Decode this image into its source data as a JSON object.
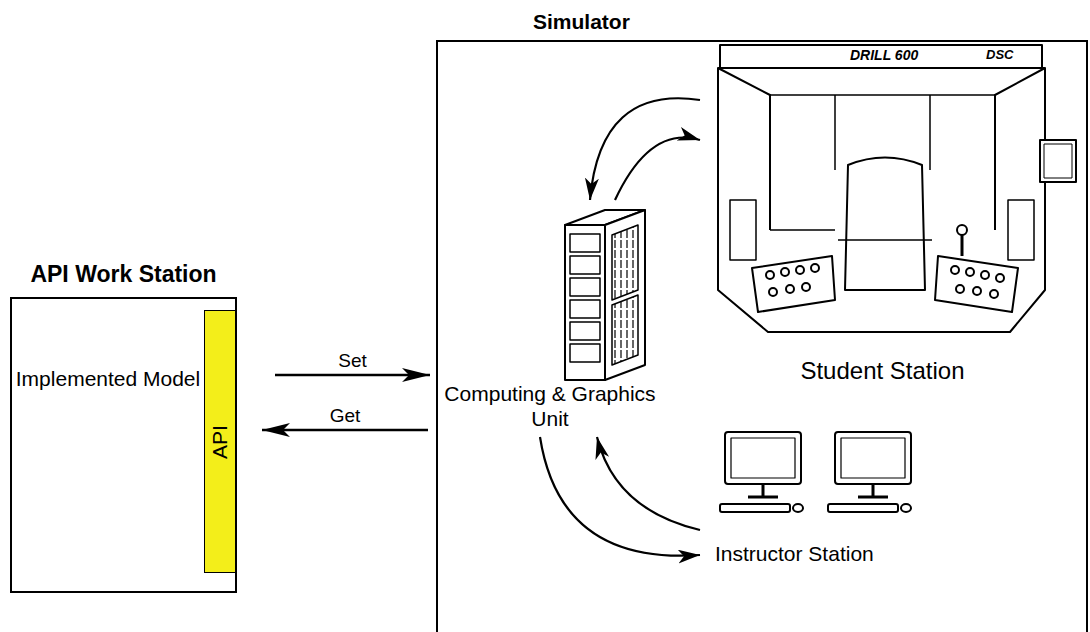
{
  "diagram": {
    "nodes": [
      {
        "text": [
          "API Work Station",
          "Implemented Model"
        ]
      },
      {
        "text": [
          "API"
        ],
        "in": 0
      },
      {
        "text": [
          "Simulator"
        ]
      },
      {
        "text": [
          "Computing & Graphics Unit"
        ],
        "in": 2
      },
      {
        "text": [
          "Student Station"
        ],
        "in": 2
      },
      {
        "text": [
          "Instructor Station"
        ],
        "in": 2
      }
    ],
    "edges": [
      {
        "from": 0,
        "to": 2,
        "label": "Set",
        "arrow": "to"
      },
      {
        "from": 2,
        "to": 0,
        "label": "Get",
        "arrow": "to"
      },
      {
        "from": 3,
        "to": 4,
        "arrow": "to"
      },
      {
        "from": 4,
        "to": 3,
        "arrow": "to"
      },
      {
        "from": 3,
        "to": 5,
        "arrow": "to"
      },
      {
        "from": 5,
        "to": 3,
        "arrow": "to"
      }
    ],
    "labels": [
      "DRILL 600",
      "DSC"
    ]
  }
}
